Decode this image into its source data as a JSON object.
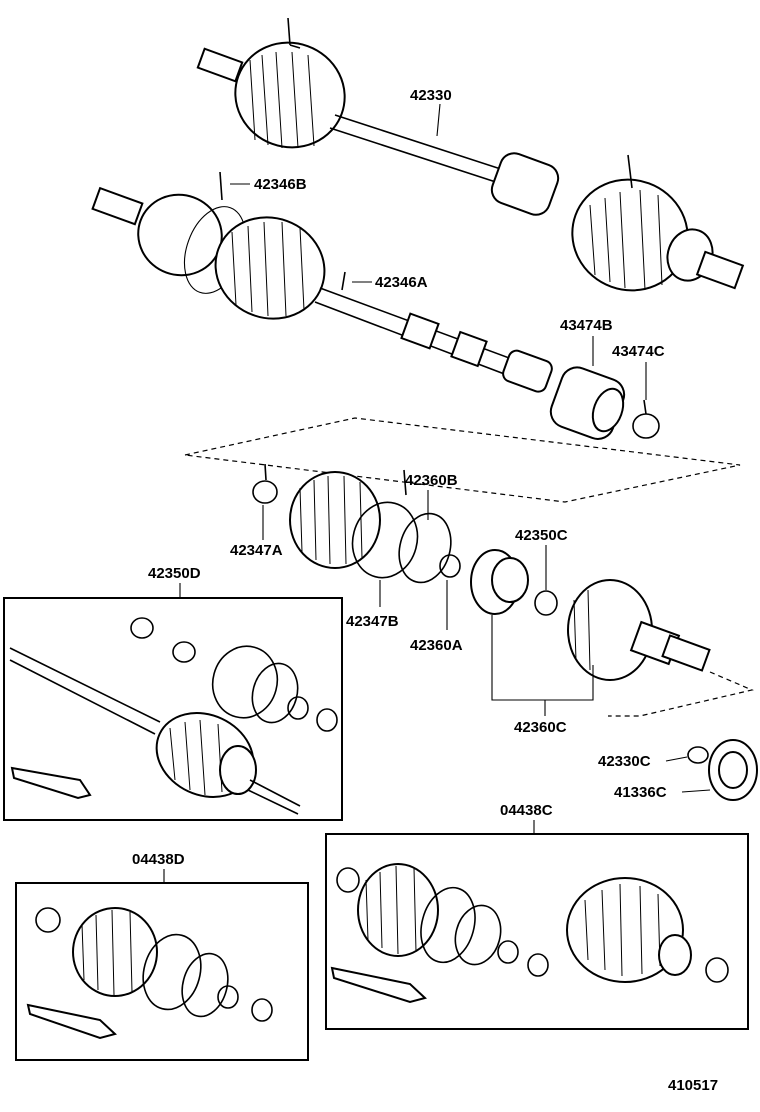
{
  "diagram": {
    "labels": {
      "p42330": "42330",
      "p42346B": "42346B",
      "p42346A": "42346A",
      "p43474B": "43474B",
      "p43474C": "43474C",
      "p42360B": "42360B",
      "p42347A": "42347A",
      "p42350C": "42350C",
      "p42347B": "42347B",
      "p42360A": "42360A",
      "p42350D": "42350D",
      "p42360C": "42360C",
      "p42330C": "42330C",
      "p41336C": "41336C",
      "p04438C": "04438C",
      "p04438D": "04438D",
      "figure_no": "410517"
    }
  }
}
